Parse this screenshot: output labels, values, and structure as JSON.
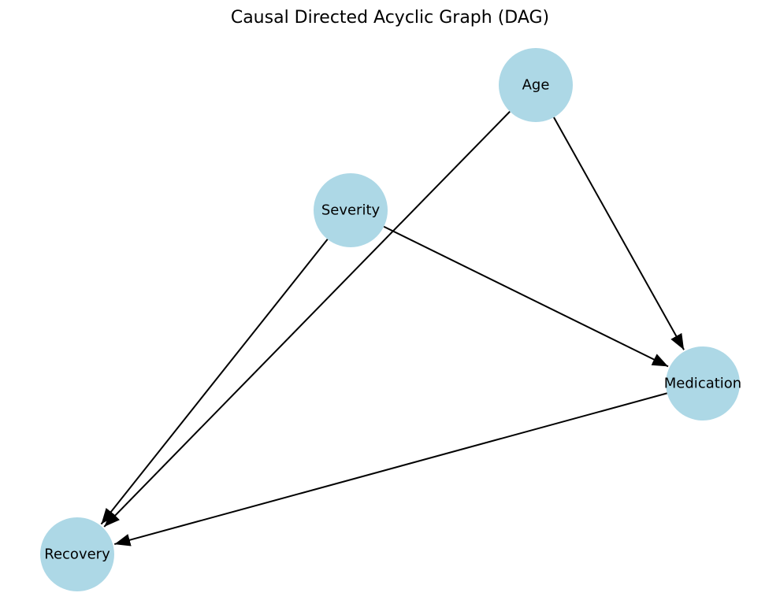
{
  "title": "Causal Directed Acyclic Graph (DAG)",
  "node_color": "#add8e6",
  "edge_color": "#000000",
  "nodes": [
    {
      "id": "age",
      "label": "Age"
    },
    {
      "id": "severity",
      "label": "Severity"
    },
    {
      "id": "medication",
      "label": "Medication"
    },
    {
      "id": "recovery",
      "label": "Recovery"
    }
  ],
  "edges": [
    {
      "from": "age",
      "to": "medication"
    },
    {
      "from": "age",
      "to": "recovery"
    },
    {
      "from": "severity",
      "to": "medication"
    },
    {
      "from": "severity",
      "to": "recovery"
    },
    {
      "from": "medication",
      "to": "recovery"
    }
  ]
}
